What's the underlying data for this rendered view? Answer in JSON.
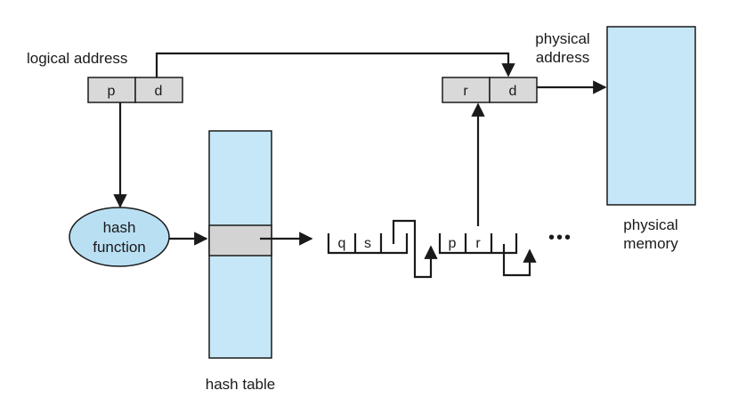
{
  "labels": {
    "logical_address": "logical address",
    "physical_address_line1": "physical",
    "physical_address_line2": "address",
    "hash_function_line1": "hash",
    "hash_function_line2": "function",
    "hash_table": "hash table",
    "physical_memory_line1": "physical",
    "physical_memory_line2": "memory",
    "ellipsis": "•••"
  },
  "logical_address_fields": {
    "page": "p",
    "offset": "d"
  },
  "physical_address_fields": {
    "frame": "r",
    "offset": "d"
  },
  "chain_node_1": {
    "field_a": "q",
    "field_b": "s"
  },
  "chain_node_2": {
    "field_a": "p",
    "field_b": "r"
  },
  "colors": {
    "address_box": "#d9d9d9",
    "table_fill": "#c5e7f7",
    "hash_entry": "#d3d3d3",
    "hash_function": "#b9dff3",
    "line": "#1a1a1a"
  }
}
